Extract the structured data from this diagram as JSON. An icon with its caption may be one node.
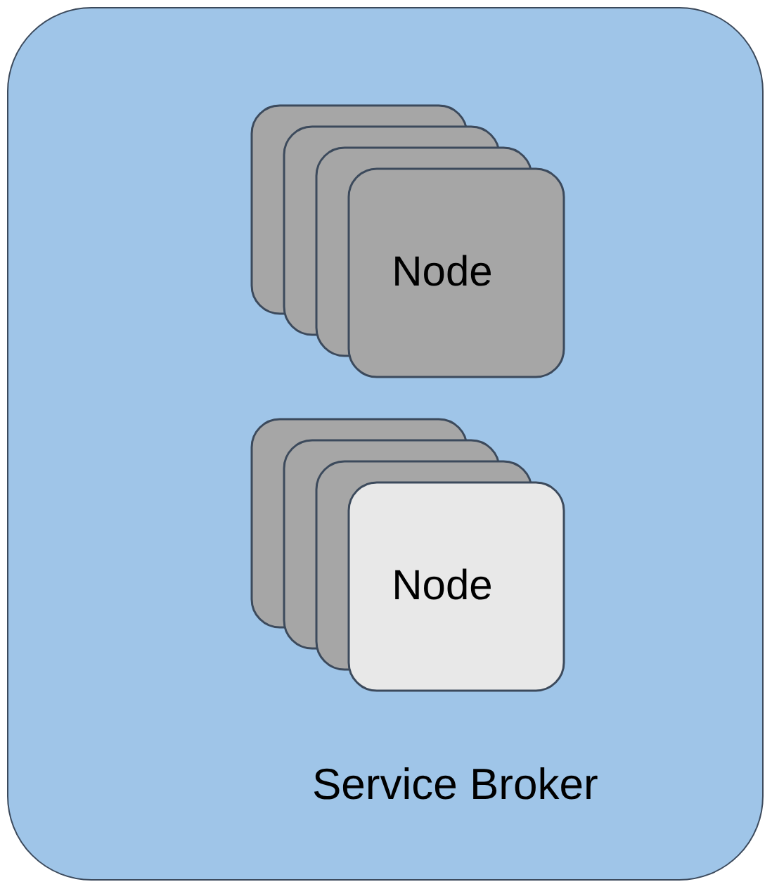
{
  "diagram": {
    "nodes": [
      {
        "text": [
          "Service Broker"
        ]
      },
      {
        "text": [
          "Node"
        ],
        "in": 0
      },
      {
        "text": [
          "Node"
        ],
        "in": 0
      }
    ]
  }
}
